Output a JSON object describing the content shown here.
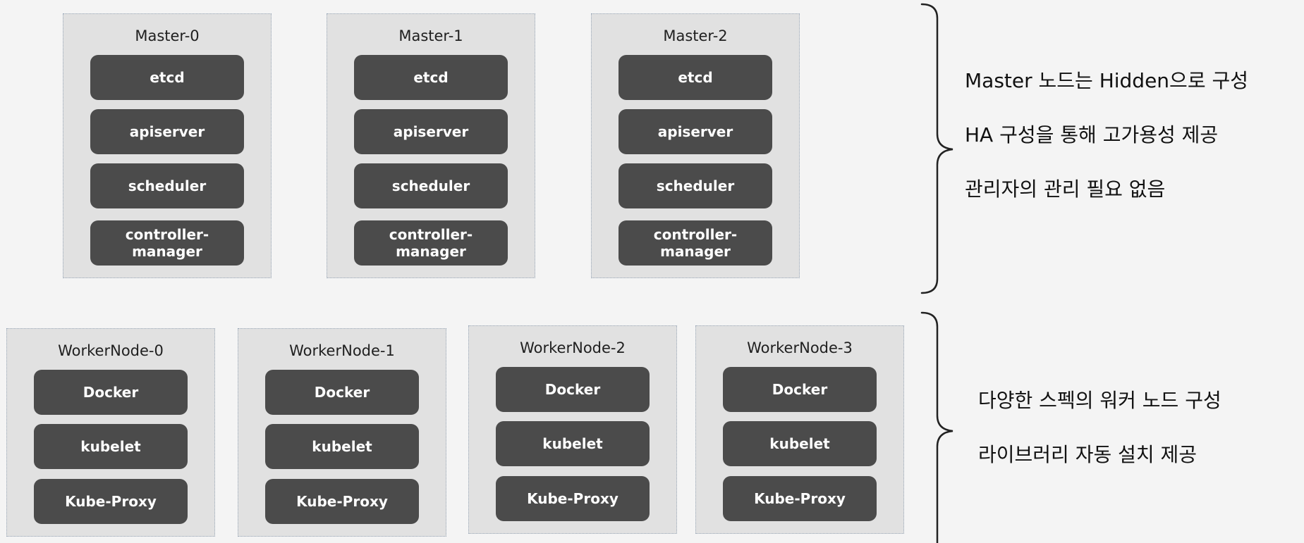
{
  "masters": [
    {
      "title": "Master-0",
      "components": [
        "etcd",
        "apiserver",
        "scheduler",
        "controller-\nmanager"
      ]
    },
    {
      "title": "Master-1",
      "components": [
        "etcd",
        "apiserver",
        "scheduler",
        "controller-\nmanager"
      ]
    },
    {
      "title": "Master-2",
      "components": [
        "etcd",
        "apiserver",
        "scheduler",
        "controller-\nmanager"
      ]
    }
  ],
  "workers": [
    {
      "title": "WorkerNode-0",
      "components": [
        "Docker",
        "kubelet",
        "Kube-Proxy"
      ]
    },
    {
      "title": "WorkerNode-1",
      "components": [
        "Docker",
        "kubelet",
        "Kube-Proxy"
      ]
    },
    {
      "title": "WorkerNode-2",
      "components": [
        "Docker",
        "kubelet",
        "Kube-Proxy"
      ]
    },
    {
      "title": "WorkerNode-3",
      "components": [
        "Docker",
        "kubelet",
        "Kube-Proxy"
      ]
    }
  ],
  "master_notes": [
    "Master 노드는 Hidden으로 구성",
    "HA 구성을 통해 고가용성 제공",
    "관리자의 관리 필요 없음"
  ],
  "worker_notes": [
    "다양한 스펙의 워커 노드 구성",
    "라이브러리 자동 설치 제공"
  ]
}
